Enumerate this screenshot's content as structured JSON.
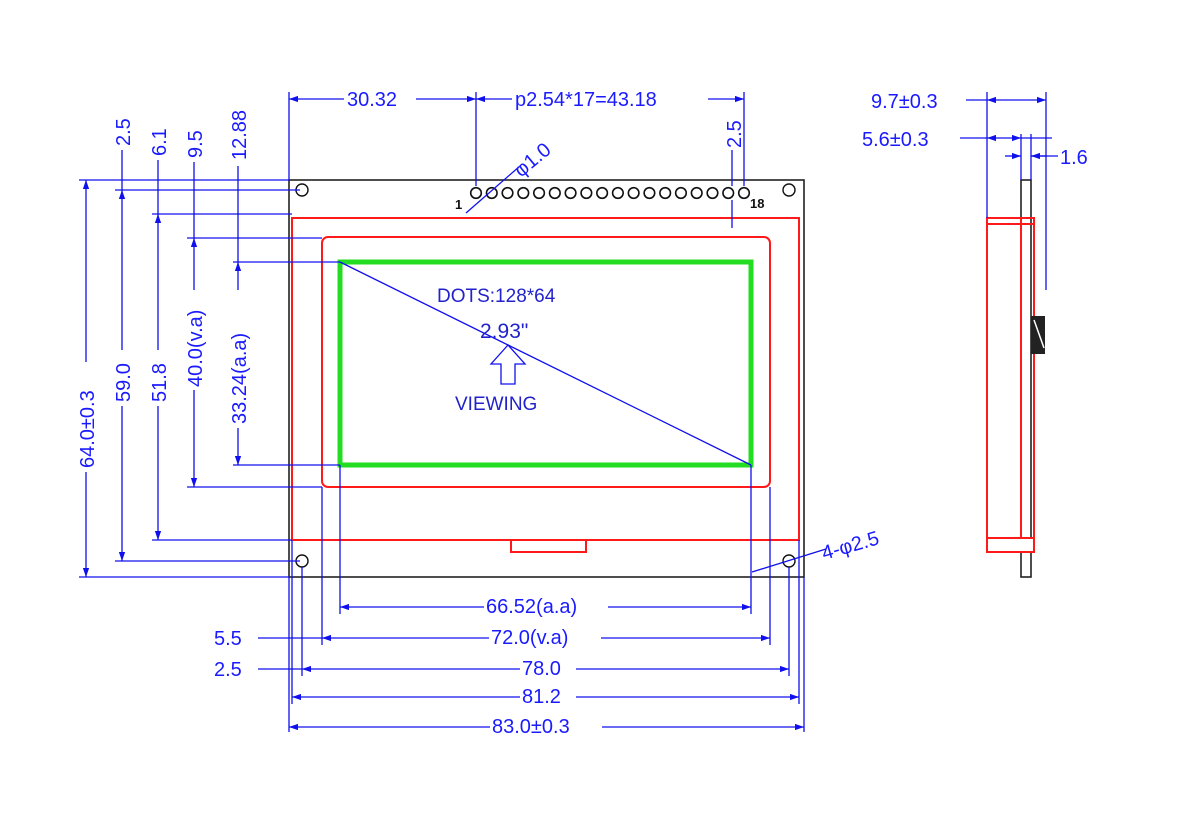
{
  "diagram": {
    "dimensions": {
      "pin_start_offset": "30.32",
      "pin_pitch_span": "p2.54*17=43.18",
      "pin_hole": "φ1.0",
      "pin_edge_offset": "2.5",
      "left_2_5": "2.5",
      "left_6_1": "6.1",
      "left_9_5": "9.5",
      "left_12_88": "12.88",
      "height_total": "64.0±0.3",
      "height_59": "59.0",
      "height_51_8": "51.8",
      "height_va": "40.0(v.a)",
      "height_aa": "33.24(a.a)",
      "width_aa": "66.52(a.a)",
      "width_va": "72.0(v.a)",
      "width_holes": "78.0",
      "width_81_2": "81.2",
      "width_total": "83.0±0.3",
      "bottom_5_5": "5.5",
      "bottom_2_5": "2.5",
      "mount_holes": "4-φ2.5",
      "side_9_7": "9.7±0.3",
      "side_5_6": "5.6±0.3",
      "side_1_6": "1.6"
    },
    "labels": {
      "dots": "DOTS:128*64",
      "size": "2.93\"",
      "viewing": "VIEWING",
      "pin_first": "1",
      "pin_last": "18"
    },
    "pin_count": 18,
    "colors": {
      "dimension": "#1a1aff",
      "outline_red": "#ff1a1a",
      "active_area_green": "#22dd22",
      "board": "#222222"
    }
  }
}
